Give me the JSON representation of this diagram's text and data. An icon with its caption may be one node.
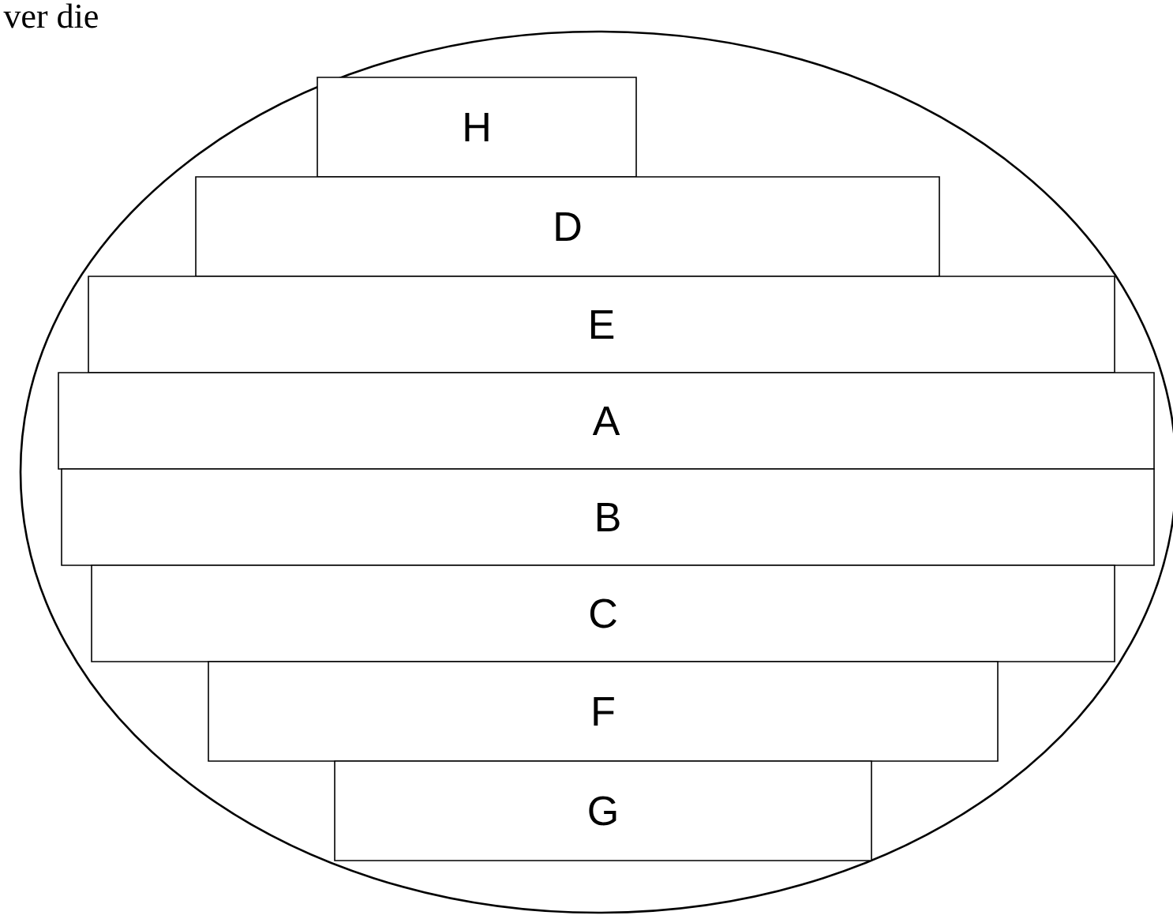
{
  "diagram": {
    "nodes": [
      {
        "text": [],
        "shape": "ellipse"
      },
      {
        "text": [
          "H"
        ],
        "in": 0
      },
      {
        "text": [
          "D"
        ],
        "in": 0
      },
      {
        "text": [
          "E"
        ],
        "in": 0
      },
      {
        "text": [
          "A"
        ],
        "in": 0
      },
      {
        "text": [
          "B"
        ],
        "in": 0
      },
      {
        "text": [
          "C"
        ],
        "in": 0
      },
      {
        "text": [
          "F"
        ],
        "in": 0
      },
      {
        "text": [
          "G"
        ],
        "in": 0
      }
    ],
    "labels": [
      "ver die"
    ]
  }
}
